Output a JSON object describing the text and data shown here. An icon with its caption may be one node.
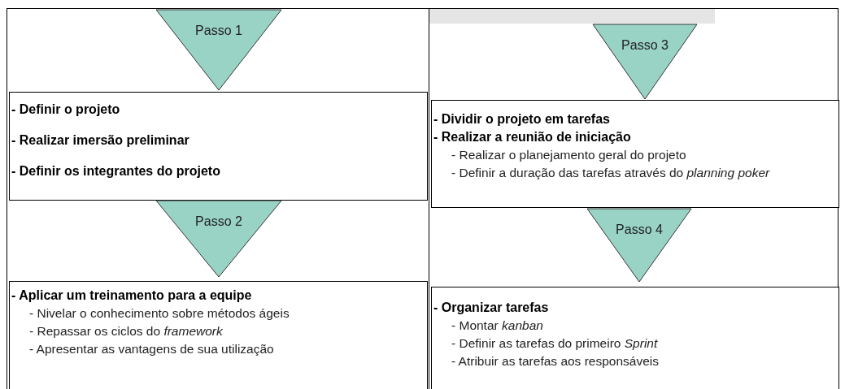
{
  "diagram": {
    "nodes": [
      {
        "text": [],
        "shape": "box"
      },
      {
        "text": [
          "Passo 1"
        ],
        "in": 0
      },
      {
        "text": [
          "- Definir o projeto",
          "- Realizar imersão preliminar",
          "- Definir os integrantes do projeto"
        ],
        "in": 0
      },
      {
        "text": [
          "Passo 2"
        ],
        "in": 0
      },
      {
        "text": [
          "- Aplicar um treinamento para a equipe",
          "- Nivelar o conhecimento sobre métodos ágeis",
          "- Repassar os ciclos do *framework*",
          "- Apresentar as vantagens de sua utilização"
        ],
        "in": 0
      },
      {
        "text": [],
        "shape": "box"
      },
      {
        "text": [
          "Passo 3"
        ],
        "in": 5
      },
      {
        "text": [
          "- Dividir o projeto em tarefas",
          "- Realizar a reunião de iniciação",
          "- Realizar o planejamento geral do projeto",
          "- Definir a duração das tarefas através do *planning poker*"
        ],
        "in": 5
      },
      {
        "text": [
          "Passo 4"
        ],
        "in": 5
      },
      {
        "text": [
          "- Organizar tarefas",
          "- Montar *kanban*",
          "- Definir as tarefas do primeiro *Sprint*",
          "- Atribuir as tarefas aos responsáveis"
        ],
        "in": 5
      }
    ]
  }
}
